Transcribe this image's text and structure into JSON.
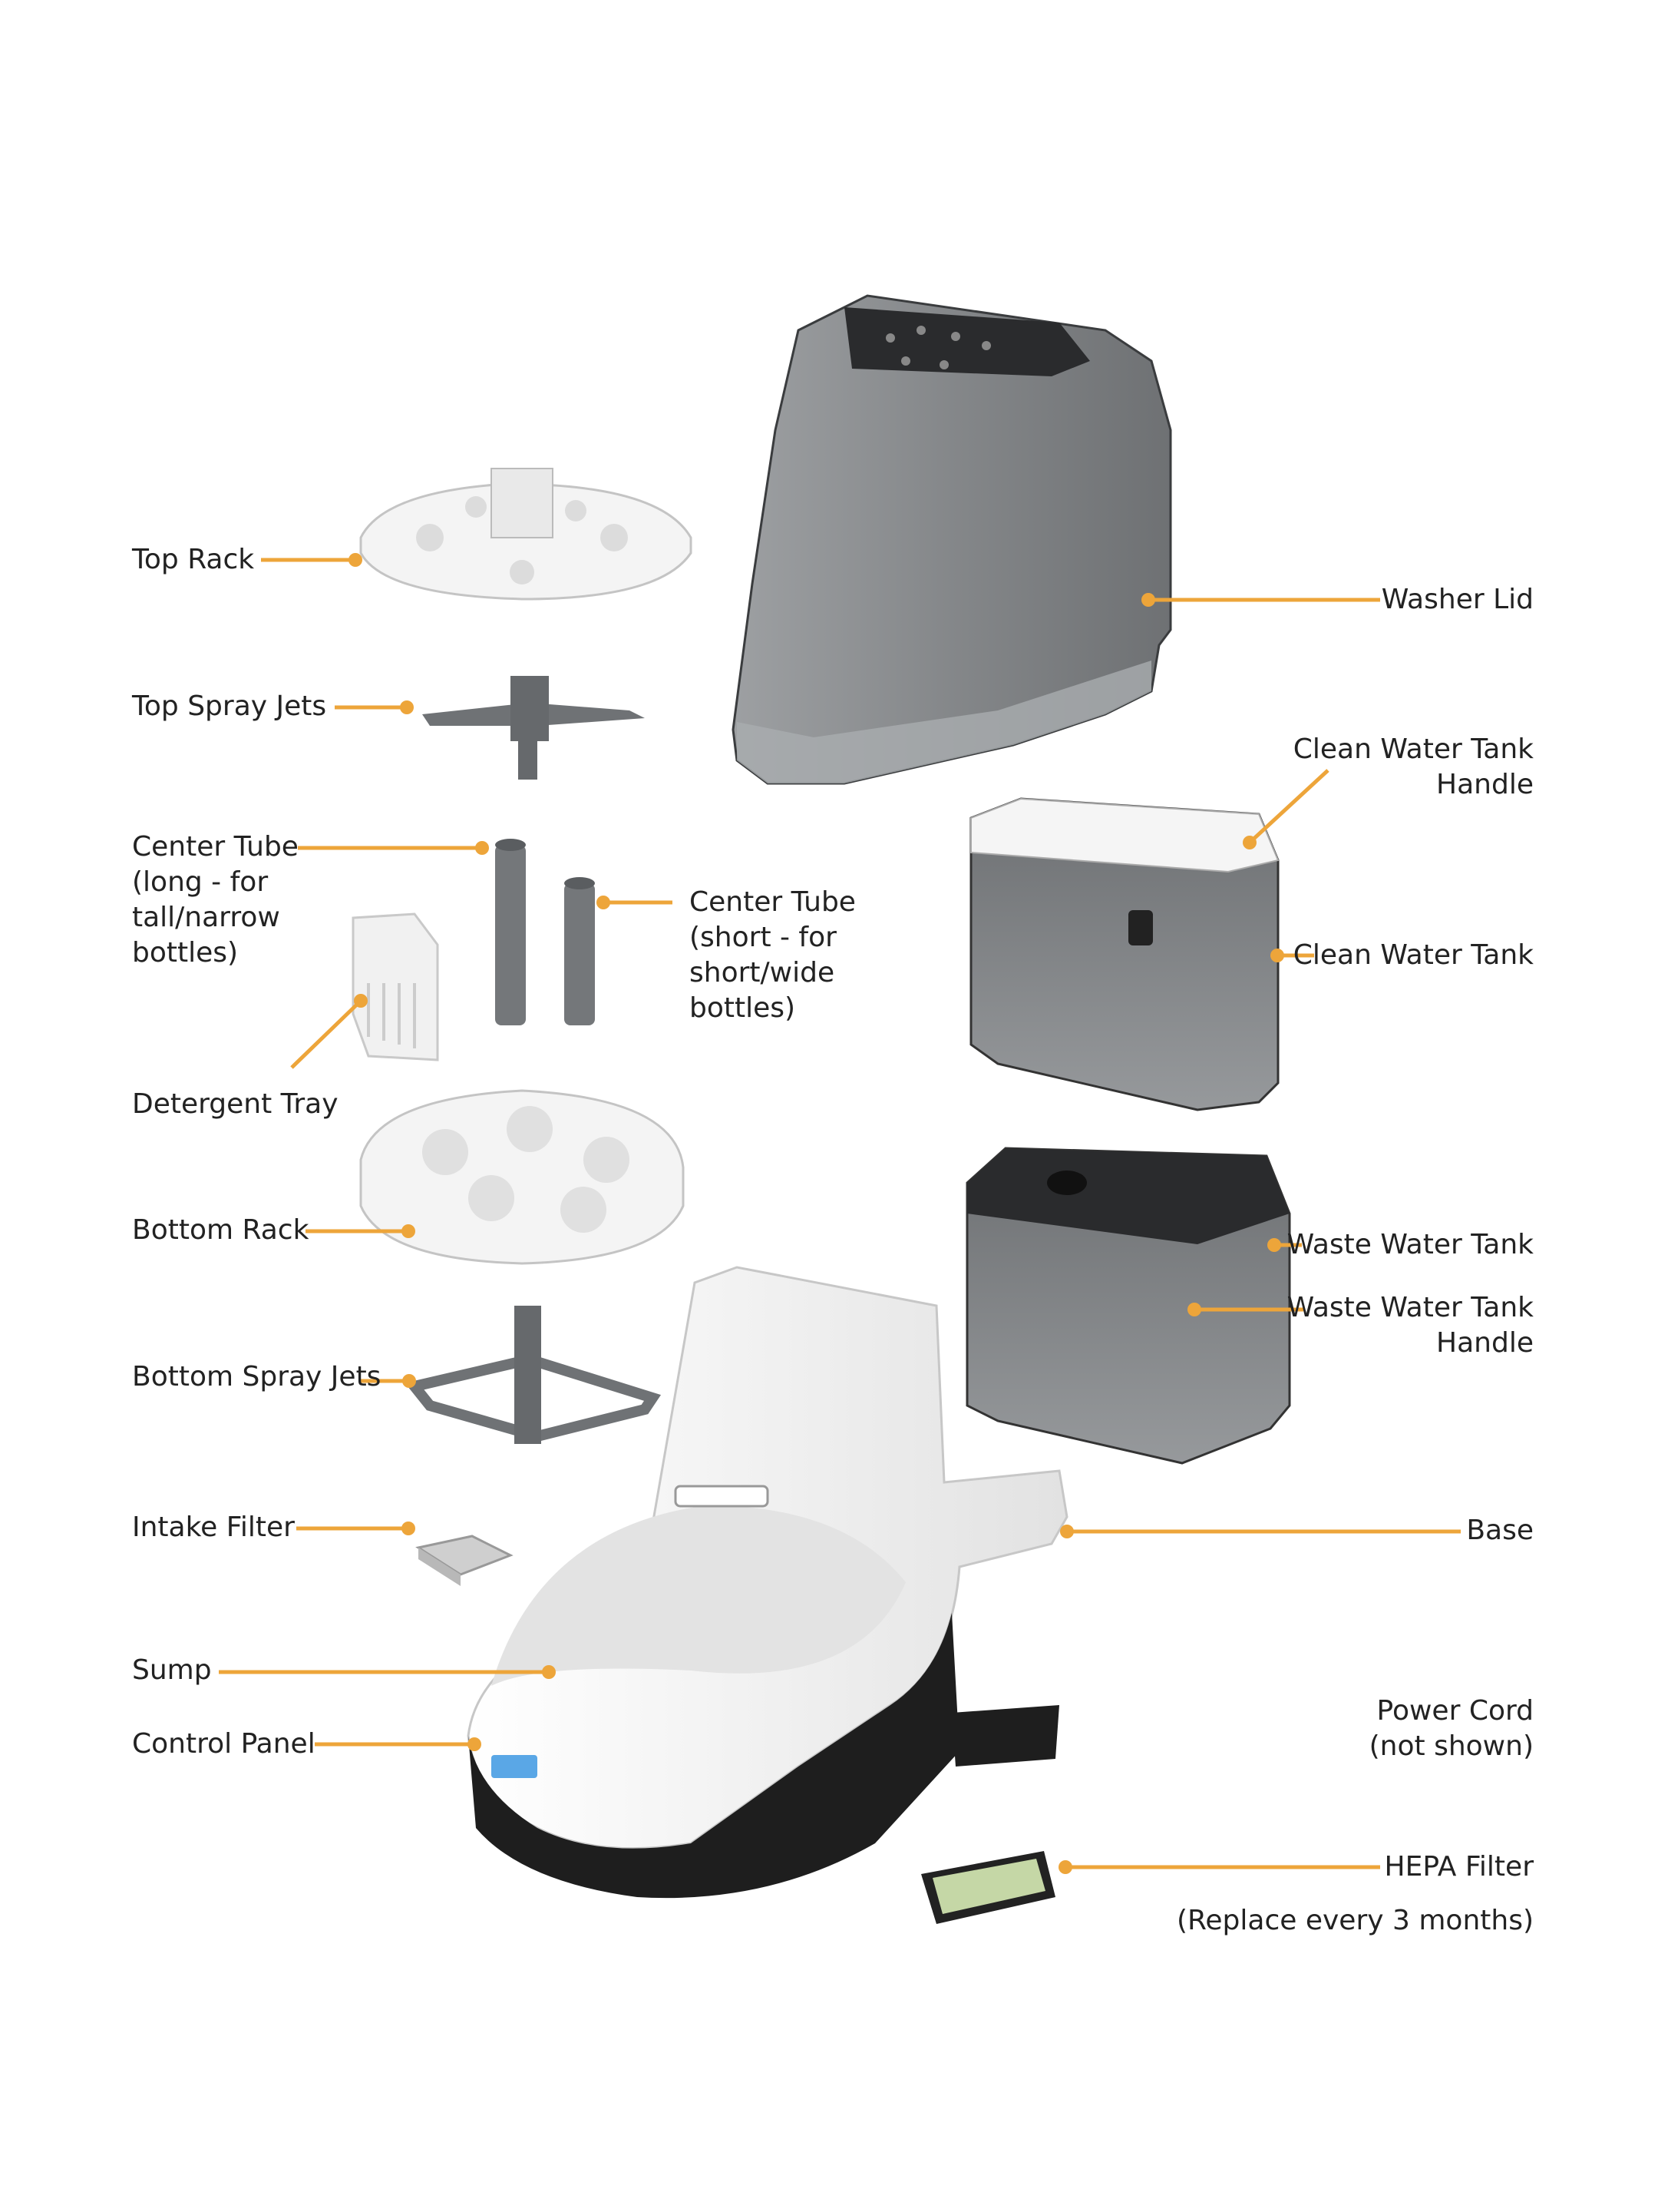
{
  "labels": {
    "top_rack": "Top Rack",
    "top_spray_jets": "Top Spray Jets",
    "center_tube_long": "Center Tube\n(long - for\ntall/narrow\nbottles)",
    "center_tube_short": "Center Tube\n(short - for\nshort/wide\nbottles)",
    "detergent_tray": "Detergent Tray",
    "bottom_rack": "Bottom Rack",
    "bottom_spray_jets": "Bottom Spray Jets",
    "intake_filter": "Intake Filter",
    "sump": "Sump",
    "control_panel": "Control Panel",
    "washer_lid": "Washer Lid",
    "clean_water_tank_handle": "Clean Water Tank\nHandle",
    "clean_water_tank": "Clean Water Tank",
    "waste_water_tank": "Waste Water Tank",
    "waste_water_tank_handle": "Waste Water Tank\nHandle",
    "base": "Base",
    "power_cord": "Power Cord\n(not shown)",
    "hepa_filter": "HEPA Filter",
    "hepa_note": "(Replace every 3 months)"
  },
  "colors": {
    "leader": "#EDA53A",
    "text": "#222222",
    "smoke": "#76797c",
    "smoke_dark": "#4b4d50",
    "white_part": "#f2f2f2",
    "black_part": "#1e1e1e"
  }
}
